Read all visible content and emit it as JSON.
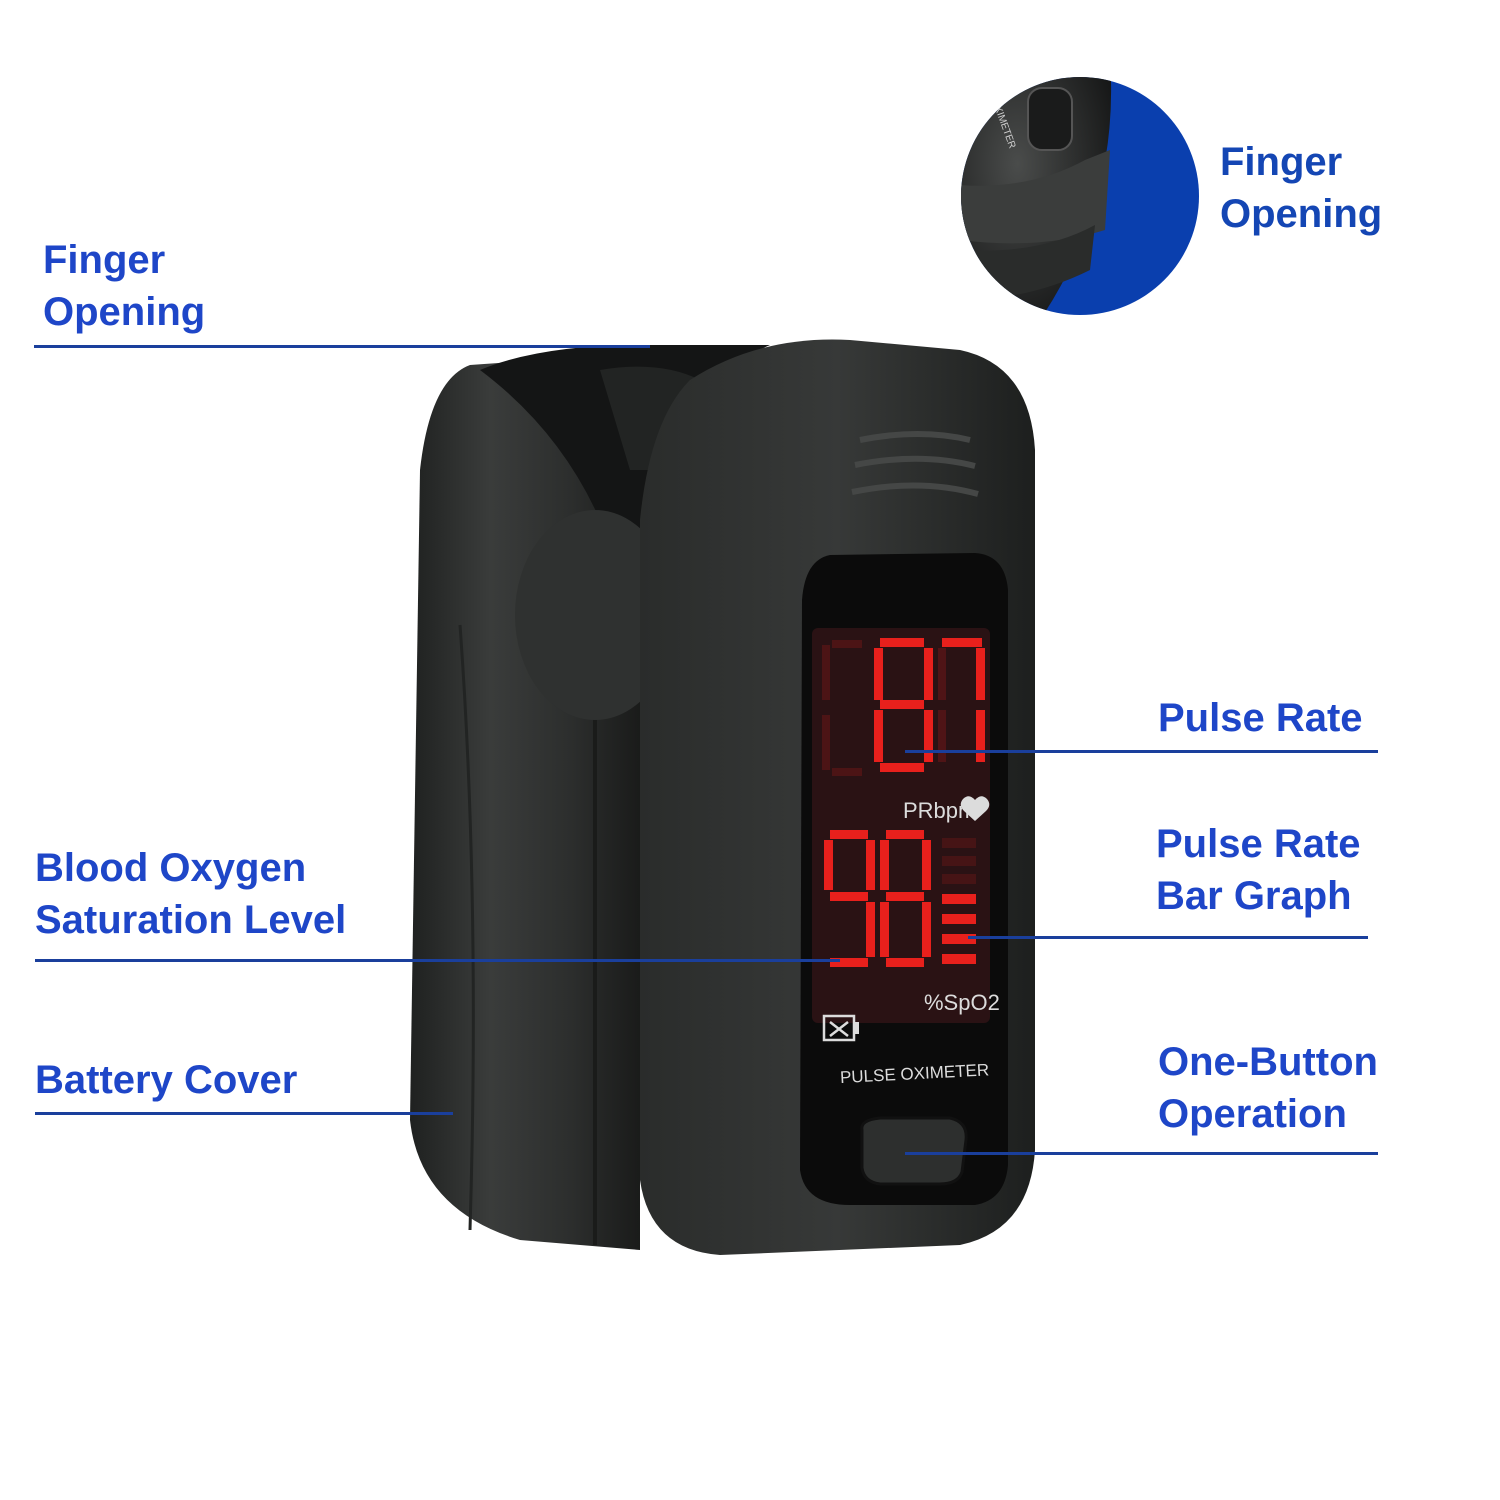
{
  "labels": {
    "finger_opening_left": "Finger\nOpening",
    "finger_opening_inset": "Finger\nOpening",
    "pulse_rate": "Pulse Rate",
    "pulse_rate_bar_graph": "Pulse Rate\nBar Graph",
    "blood_oxygen": "Blood Oxygen\nSaturation Level",
    "battery_cover": "Battery Cover",
    "one_button": "One-Button\nOperation"
  },
  "device": {
    "brand_label": "PULSE OXIMETER",
    "pr_unit": "PRbpm",
    "spo2_unit": "%SpO2",
    "inset_text": "OXIMETER"
  },
  "colors": {
    "label_blue": "#1e46c8",
    "leader_blue": "#1a3f9c",
    "inset_blue": "#0a3fae",
    "body_dark": "#2b2d2c",
    "led_red": "#e8201c"
  }
}
